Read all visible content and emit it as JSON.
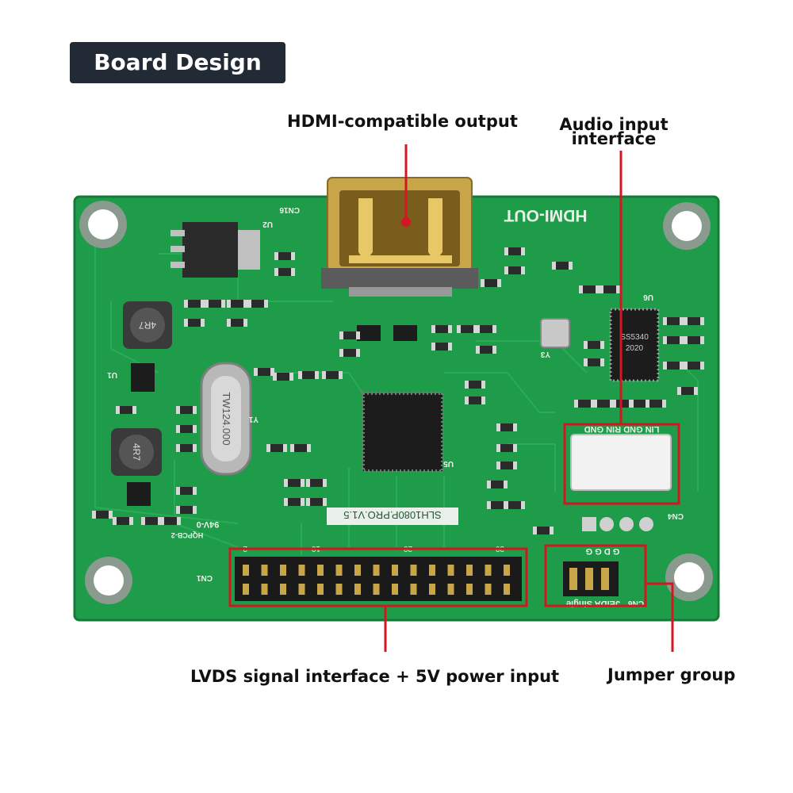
{
  "title": "Board Design",
  "callouts": {
    "hdmi": "HDMI-compatible output",
    "audio_line1": "Audio input",
    "audio_line2": "interface",
    "lvds": "LVDS signal interface + 5V power input",
    "jumper": "Jumper group"
  },
  "board_silkscreen": {
    "hdmi_out": "HDMI-OUT",
    "model": "SLH1080P.PRO.V1.5",
    "cn16": "CN16",
    "u2": "U2",
    "u1": "U1",
    "u5": "U5",
    "u6": "U6",
    "y1": "Y1",
    "y3": "Y3",
    "cn1": "CN1",
    "cn4": "CN4",
    "cn6": "CN6",
    "crystal_y1": "TW124.000",
    "inductor": "4R7",
    "audio_chip": "SS5340",
    "audio_chip_year": "2020",
    "audio_pins": "LIN GND RIN GND",
    "jumper_pins": "G D G G",
    "jumper_modes": "JEIDA Single",
    "rev": "94V-0",
    "pcb": "HQPCB-2",
    "lvds_pin_labels": [
      "2",
      "10",
      "20",
      "30"
    ]
  },
  "colors": {
    "board": "#1f9c4a",
    "board_dark": "#157a38",
    "callout_box": "#d3161f",
    "badge_bg": "#222a35"
  }
}
